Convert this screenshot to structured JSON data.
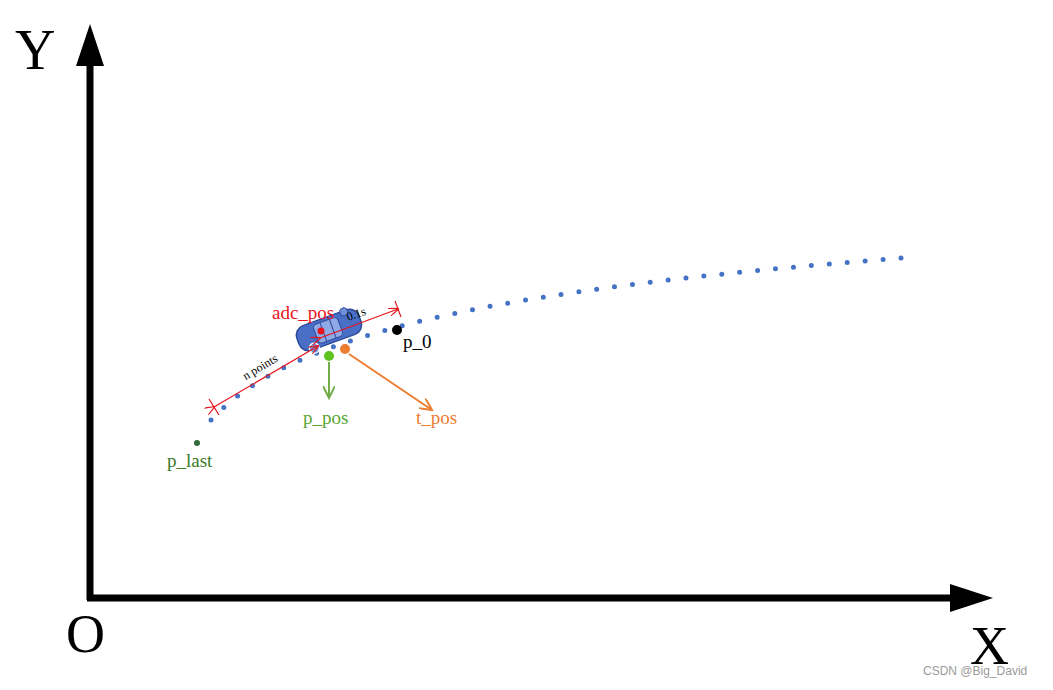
{
  "diagram": {
    "labels": [
      "Y",
      "O",
      "X",
      "adc_pos",
      "0.1s",
      "n points",
      "p_0",
      "p_pos",
      "t_pos",
      "p_last",
      "CSDN @Big_David"
    ]
  }
}
